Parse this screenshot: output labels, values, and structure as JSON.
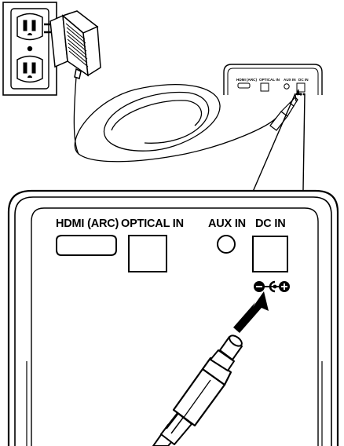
{
  "panel_labels": {
    "hdmi": "HDMI (ARC)",
    "optical": "OPTICAL IN",
    "aux": "AUX IN",
    "dc": "DC IN"
  },
  "polarity": {
    "negative": "−",
    "positive": "+"
  },
  "icons": [
    "wall-outlet-icon",
    "power-adapter-icon",
    "dc-plug-icon",
    "insert-arrow-icon",
    "polarity-symbol-icon"
  ]
}
